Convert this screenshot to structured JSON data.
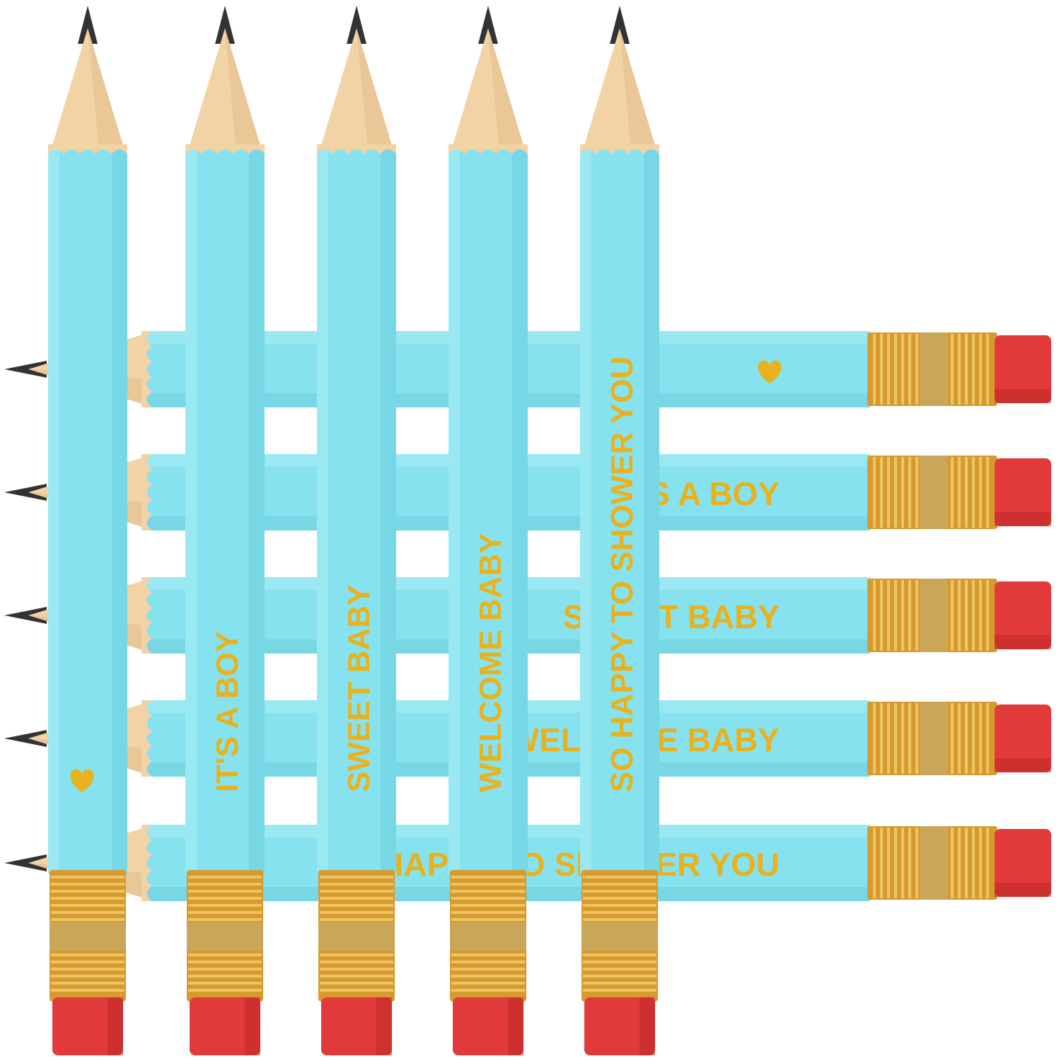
{
  "colors": {
    "barrel": "#86E2EE",
    "barrel_shade": "#6fd0de",
    "barrel_light": "#a7edf5",
    "wood": "#f1d3a6",
    "wood_dark": "#d9b27c",
    "lead": "#333333",
    "ferrule": "#d79a2f",
    "ferrule_light": "#f4cf73",
    "ferrule_band": "#c9a658",
    "eraser": "#e23a3a",
    "eraser_dark": "#b92424",
    "gold_text": "#e8b21f"
  },
  "horizontal_pencils": [
    {
      "text": "",
      "heart": true
    },
    {
      "text": "IT'S A BOY",
      "heart": false
    },
    {
      "text": "SWEET BABY",
      "heart": false
    },
    {
      "text": "WELCOME BABY",
      "heart": false
    },
    {
      "text": "SO HAPPY TO SHOWER YOU",
      "heart": false
    }
  ],
  "vertical_pencils": [
    {
      "text": "",
      "heart": true
    },
    {
      "text": "IT'S A BOY",
      "heart": false
    },
    {
      "text": "SWEET BABY",
      "heart": false
    },
    {
      "text": "WELCOME BABY",
      "heart": false
    },
    {
      "text": "SO HAPPY TO SHOWER YOU",
      "heart": false
    }
  ]
}
